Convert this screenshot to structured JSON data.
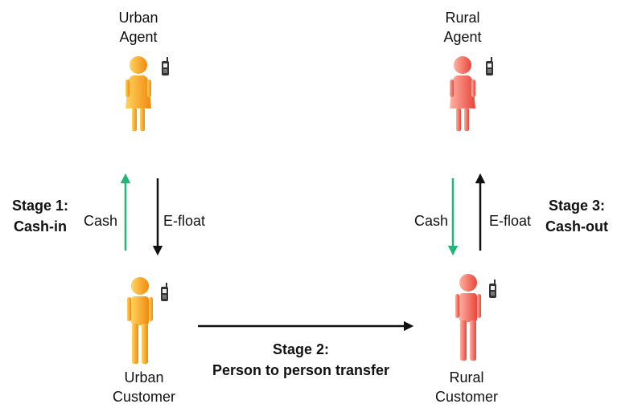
{
  "colors": {
    "urban_light": "#ffc94a",
    "urban_dark": "#f08a10",
    "rural_light": "#ff9c8c",
    "rural_dark": "#e8463a",
    "cash_arrow": "#22b573",
    "efloat_arrow": "#111111",
    "phone": "#333333"
  },
  "icons": {
    "person": "person-icon",
    "phone": "mobile-phone-icon"
  },
  "urban_agent": {
    "line1": "Urban",
    "line2": "Agent"
  },
  "rural_agent": {
    "line1": "Rural",
    "line2": "Agent"
  },
  "urban_customer": {
    "line1": "Urban",
    "line2": "Customer"
  },
  "rural_customer": {
    "line1": "Rural",
    "line2": "Customer"
  },
  "stage1": {
    "line1": "Stage 1:",
    "line2": "Cash-in",
    "cash_label": "Cash",
    "efloat_label": "E-float"
  },
  "stage2": {
    "line1": "Stage 2:",
    "line2": "Person to person transfer"
  },
  "stage3": {
    "line1": "Stage 3:",
    "line2": "Cash-out",
    "cash_label": "Cash",
    "efloat_label": "E-float"
  }
}
